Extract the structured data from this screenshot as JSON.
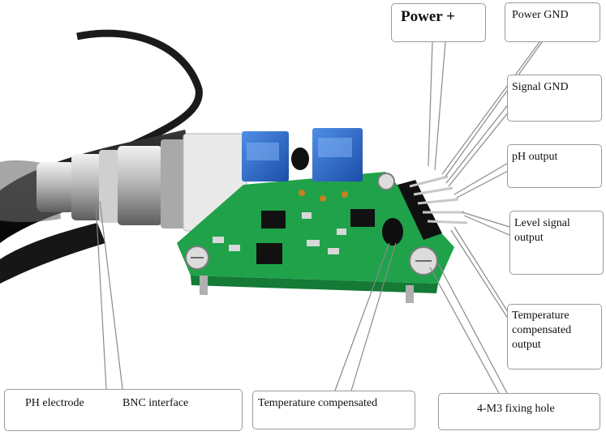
{
  "labels": {
    "power_plus": "Power +",
    "power_gnd": "Power GND",
    "signal_gnd": "Signal GND",
    "ph_output": "pH output",
    "level_signal_output": "Level signal output",
    "temperature_compensated_output": "Temperature compensated output",
    "ph_electrode": "PH electrode",
    "bnc_interface": "BNC interface",
    "temperature_compensated": "Temperature compensated",
    "fixing_hole": "4-M3 fixing hole"
  },
  "colors": {
    "pcb": "#1fa24a",
    "pcb_dark": "#147a36",
    "potentiometer": "#2a66c8",
    "metal": "#c8c8c8",
    "cable": "#1c1c1c",
    "leader_line": "#8a8a8a",
    "callout_border": "#9a9a9a"
  }
}
